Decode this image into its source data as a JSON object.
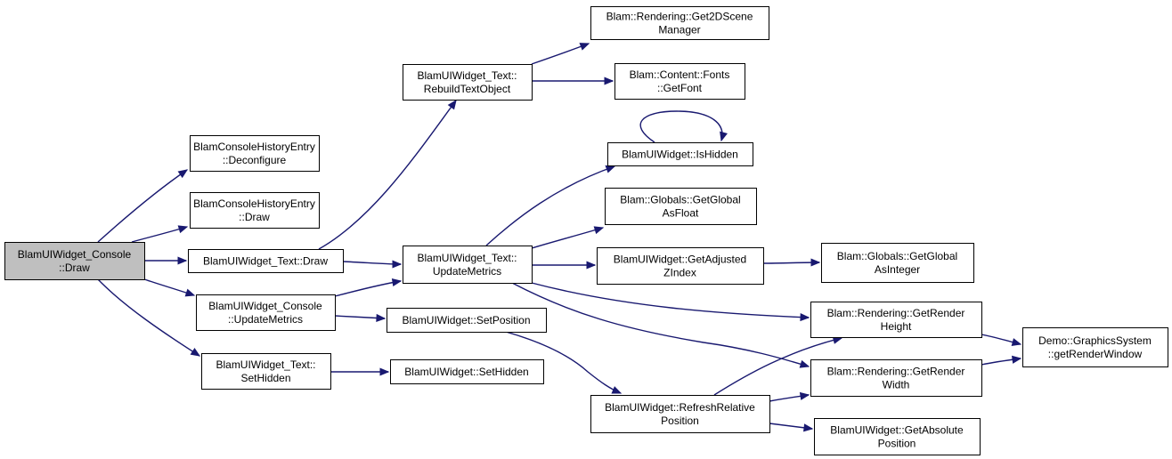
{
  "colors": {
    "node_fill": "#ffffff",
    "root_fill": "#bfbfbf",
    "border": "#000000",
    "edge": "#191970",
    "background": "#ffffff"
  },
  "nodes": [
    {
      "id": "console-draw",
      "lines": [
        "BlamUIWidget_Console",
        "::Draw"
      ],
      "root": true
    },
    {
      "id": "history-deconfigure",
      "lines": [
        "BlamConsoleHistoryEntry",
        "::Deconfigure"
      ]
    },
    {
      "id": "history-draw",
      "lines": [
        "BlamConsoleHistoryEntry",
        "::Draw"
      ]
    },
    {
      "id": "text-draw",
      "lines": [
        "BlamUIWidget_Text::Draw"
      ]
    },
    {
      "id": "console-updatemetrics",
      "lines": [
        "BlamUIWidget_Console",
        "::UpdateMetrics"
      ]
    },
    {
      "id": "text-sethidden",
      "lines": [
        "BlamUIWidget_Text::",
        "SetHidden"
      ]
    },
    {
      "id": "text-rebuildtextobject",
      "lines": [
        "BlamUIWidget_Text::",
        "RebuildTextObject"
      ]
    },
    {
      "id": "text-updatemetrics",
      "lines": [
        "BlamUIWidget_Text::",
        "UpdateMetrics"
      ]
    },
    {
      "id": "widget-setposition",
      "lines": [
        "BlamUIWidget::SetPosition"
      ]
    },
    {
      "id": "widget-sethidden",
      "lines": [
        "BlamUIWidget::SetHidden"
      ]
    },
    {
      "id": "get2dscenemanager",
      "lines": [
        "Blam::Rendering::Get2DScene",
        "Manager"
      ]
    },
    {
      "id": "fonts-getfont",
      "lines": [
        "Blam::Content::Fonts",
        "::GetFont"
      ]
    },
    {
      "id": "widget-ishidden",
      "lines": [
        "BlamUIWidget::IsHidden"
      ]
    },
    {
      "id": "getglobalasfloat",
      "lines": [
        "Blam::Globals::GetGlobal",
        "AsFloat"
      ]
    },
    {
      "id": "widget-getadjustedzindex",
      "lines": [
        "BlamUIWidget::GetAdjusted",
        "ZIndex"
      ]
    },
    {
      "id": "widget-refreshrelativeposition",
      "lines": [
        "BlamUIWidget::RefreshRelative",
        "Position"
      ]
    },
    {
      "id": "getglobalasinteger",
      "lines": [
        "Blam::Globals::GetGlobal",
        "AsInteger"
      ]
    },
    {
      "id": "getrenderheight",
      "lines": [
        "Blam::Rendering::GetRender",
        "Height"
      ]
    },
    {
      "id": "getrenderwidth",
      "lines": [
        "Blam::Rendering::GetRender",
        "Width"
      ]
    },
    {
      "id": "widget-getabsoluteposition",
      "lines": [
        "BlamUIWidget::GetAbsolute",
        "Position"
      ]
    },
    {
      "id": "getrenderwindow",
      "lines": [
        "Demo::GraphicsSystem",
        "::getRenderWindow"
      ]
    }
  ],
  "edges": [
    {
      "from": "console-draw",
      "to": "history-deconfigure"
    },
    {
      "from": "console-draw",
      "to": "history-draw"
    },
    {
      "from": "console-draw",
      "to": "text-draw"
    },
    {
      "from": "console-draw",
      "to": "console-updatemetrics"
    },
    {
      "from": "console-draw",
      "to": "text-sethidden"
    },
    {
      "from": "text-draw",
      "to": "text-rebuildtextobject"
    },
    {
      "from": "text-draw",
      "to": "text-updatemetrics"
    },
    {
      "from": "text-rebuildtextobject",
      "to": "get2dscenemanager"
    },
    {
      "from": "text-rebuildtextobject",
      "to": "fonts-getfont"
    },
    {
      "from": "console-updatemetrics",
      "to": "text-updatemetrics"
    },
    {
      "from": "console-updatemetrics",
      "to": "widget-setposition"
    },
    {
      "from": "text-sethidden",
      "to": "widget-sethidden"
    },
    {
      "from": "text-updatemetrics",
      "to": "widget-ishidden"
    },
    {
      "from": "text-updatemetrics",
      "to": "getglobalasfloat"
    },
    {
      "from": "text-updatemetrics",
      "to": "widget-getadjustedzindex"
    },
    {
      "from": "text-updatemetrics",
      "to": "getrenderheight"
    },
    {
      "from": "text-updatemetrics",
      "to": "getrenderwidth"
    },
    {
      "from": "widget-ishidden",
      "to": "widget-ishidden"
    },
    {
      "from": "widget-getadjustedzindex",
      "to": "getglobalasinteger"
    },
    {
      "from": "widget-setposition",
      "to": "widget-refreshrelativeposition"
    },
    {
      "from": "widget-refreshrelativeposition",
      "to": "getrenderheight"
    },
    {
      "from": "widget-refreshrelativeposition",
      "to": "getrenderwidth"
    },
    {
      "from": "widget-refreshrelativeposition",
      "to": "widget-getabsoluteposition"
    },
    {
      "from": "getrenderheight",
      "to": "getrenderwindow"
    },
    {
      "from": "getrenderwidth",
      "to": "getrenderwindow"
    }
  ]
}
